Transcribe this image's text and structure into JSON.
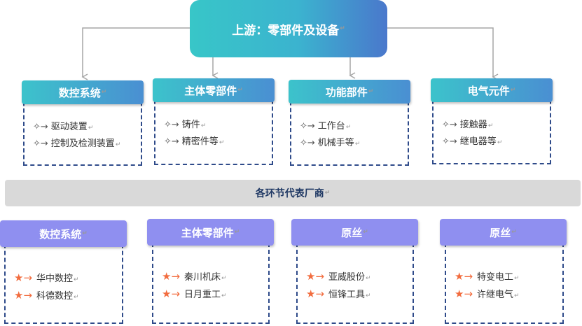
{
  "top": {
    "title": "上游：零部件及设备"
  },
  "return_mark": "↵",
  "item_marker": "✧→",
  "company_marker": "★→",
  "categories": [
    {
      "title": "数控系统",
      "items": [
        "驱动装置",
        "控制及检测装置"
      ]
    },
    {
      "title": "主体零部件",
      "items": [
        "铸件",
        "精密件等"
      ]
    },
    {
      "title": "功能部件",
      "items": [
        "工作台",
        "机械手等"
      ]
    },
    {
      "title": "电气元件",
      "items": [
        "接触器",
        "继电器等"
      ]
    }
  ],
  "band": {
    "title": "各环节代表厂商"
  },
  "companies": [
    {
      "title": "数控系统",
      "items": [
        "华中数控",
        "科德数控"
      ]
    },
    {
      "title": "主体零部件",
      "items": [
        "秦川机床",
        "日月重工"
      ]
    },
    {
      "title": "原丝",
      "items": [
        "亚威股份",
        "恒锋工具"
      ]
    },
    {
      "title": "原丝",
      "items": [
        "特变电工",
        "许继电气"
      ]
    }
  ],
  "colors": {
    "top_gradient_start": "#38c6c8",
    "top_gradient_end": "#4a78cc",
    "company_header": "#8f8ff0",
    "star": "#f26c3e",
    "dashed_border": "#2f4b8a",
    "band": "#d9d9d9"
  }
}
